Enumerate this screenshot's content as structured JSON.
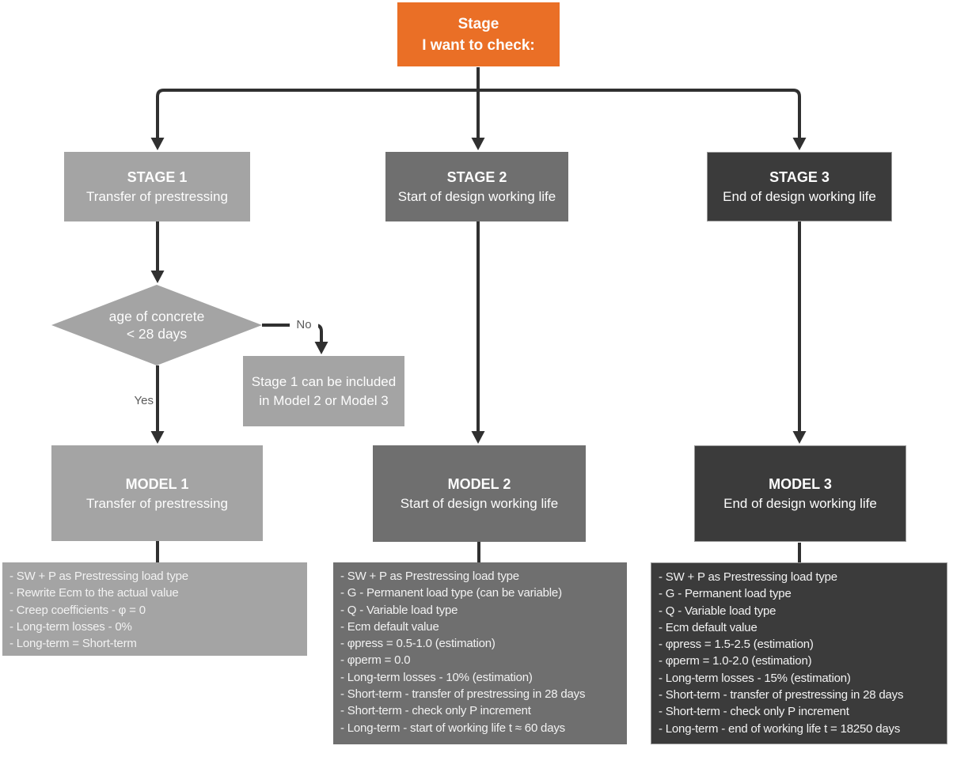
{
  "colors": {
    "accent_orange": "#ea6f26",
    "light_gray": "#a4a4a4",
    "mid_gray": "#6f6f6f",
    "dark_gray": "#3b3b3b",
    "connector": "#303030"
  },
  "root_box": {
    "line1": "Stage",
    "line2": "I want to check:"
  },
  "stages": [
    {
      "title": "STAGE 1",
      "subtitle": "Transfer of prestressing"
    },
    {
      "title": "STAGE 2",
      "subtitle": "Start of design working life"
    },
    {
      "title": "STAGE 3",
      "subtitle": "End of design working life"
    }
  ],
  "decision": {
    "line1": "age of concrete",
    "line2": "< 28 days"
  },
  "labels": {
    "yes": "Yes",
    "no": "No"
  },
  "note_box": {
    "line1": "Stage 1 can be included",
    "line2": "in Model 2 or Model 3"
  },
  "models": [
    {
      "title": "MODEL 1",
      "subtitle": "Transfer of prestressing",
      "details": [
        "- SW + P as Prestressing load type",
        "- Rewrite Ecm to the actual value",
        "- Creep coefficients - φ = 0",
        "- Long-term losses - 0%",
        "- Long-term = Short-term"
      ]
    },
    {
      "title": "MODEL 2",
      "subtitle": "Start of design working life",
      "details": [
        "- SW + P as Prestressing load type",
        "- G - Permanent load type (can be variable)",
        "- Q - Variable load type",
        "- Ecm default value",
        "- φpress = 0.5-1.0 (estimation)",
        "- φperm = 0.0",
        "- Long-term losses - 10% (estimation)",
        "- Short-term - transfer of prestressing in 28 days",
        "- Short-term - check only P increment",
        "- Long-term - start of working life t ≈ 60 days"
      ]
    },
    {
      "title": "MODEL 3",
      "subtitle": "End of design working life",
      "details": [
        "- SW + P as Prestressing load type",
        "- G - Permanent load type",
        "- Q - Variable load type",
        "- Ecm default value",
        "- φpress = 1.5-2.5 (estimation)",
        "- φperm = 1.0-2.0 (estimation)",
        "- Long-term losses - 15% (estimation)",
        "- Short-term - transfer of prestressing in 28 days",
        "- Short-term - check only P increment",
        "- Long-term - end of working life t = 18250 days"
      ]
    }
  ]
}
